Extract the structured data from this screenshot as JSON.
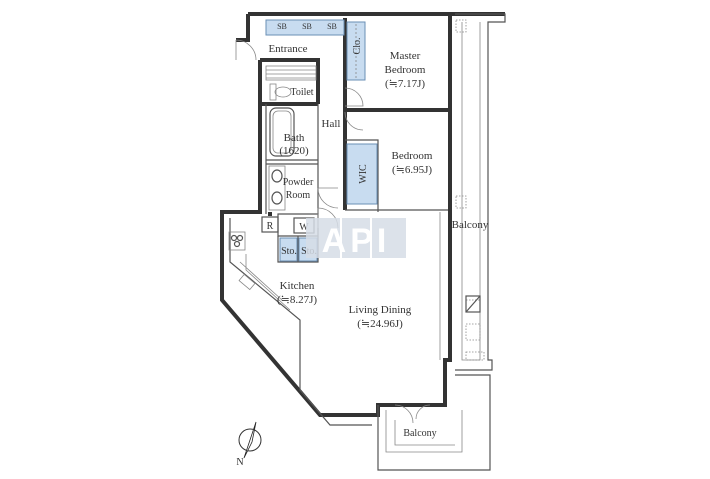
{
  "plan": {
    "rooms": {
      "entrance": "Entrance",
      "toilet": "Toilet",
      "hall": "Hall",
      "bath": "Bath",
      "bath_size": "(1620)",
      "powder_room_1": "Powder",
      "powder_room_2": "Room",
      "master_bedroom_1": "Master",
      "master_bedroom_2": "Bedroom",
      "master_bedroom_area": "(≒7.17J)",
      "bedroom": "Bedroom",
      "bedroom_area": "(≒6.95J)",
      "wic": "WIC",
      "clo": "Clo.",
      "balcony_east": "Balcony",
      "balcony_south": "Balcony",
      "kitchen": "Kitchen",
      "kitchen_area": "(≒8.27J)",
      "living_dining": "Living Dining",
      "living_dining_area": "(≒24.96J)",
      "refrigerator": "R",
      "washer": "W",
      "storage_1": "Sto.",
      "storage_2": "Sto."
    },
    "shoe_boxes": [
      "SB",
      "SB",
      "SB"
    ],
    "watermark": "API",
    "compass_label": "N"
  }
}
